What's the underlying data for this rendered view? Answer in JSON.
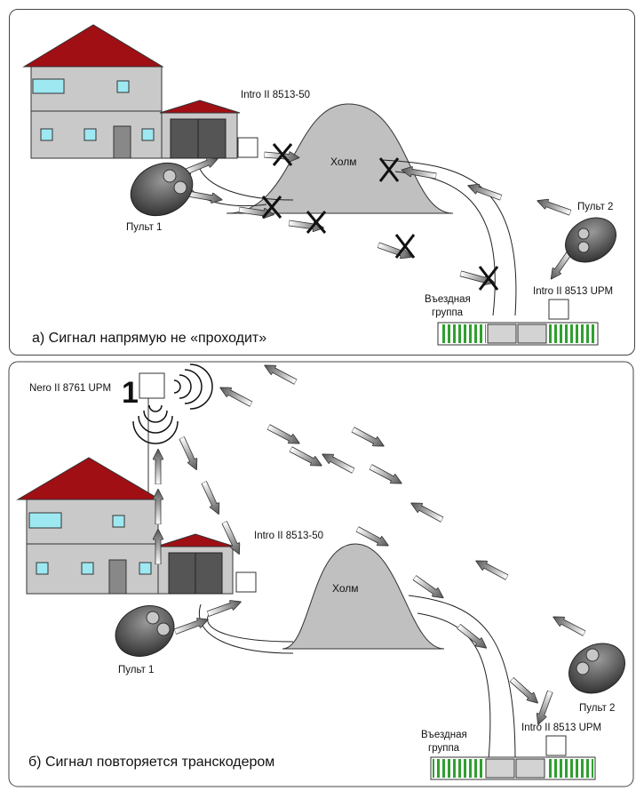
{
  "colors": {
    "roof": "#a00f14",
    "wall": "#c9c9c9",
    "window": "#9ee8f2",
    "hill": "#c0c0c0",
    "gate_green": "#2fa02f",
    "block": "#d3d3d3"
  },
  "panel_a": {
    "caption": "а) Сигнал напрямую не «проходит»",
    "receiver_label": "Intro II 8513-50",
    "hill_label": "Холм",
    "remote1_label": "Пульт 1",
    "remote2_label": "Пульт 2",
    "gate_receiver_label": "Intro II 8513 UPM",
    "gate_group_line1": "Въездная",
    "gate_group_line2": "группа"
  },
  "panel_b": {
    "caption": "б) Сигнал повторяется транскодером",
    "repeater_number": "1",
    "repeater_label": "Nero II 8761 UPM",
    "receiver_label": "Intro II 8513-50",
    "hill_label": "Холм",
    "remote1_label": "Пульт 1",
    "remote2_label": "Пульт 2",
    "gate_receiver_label": "Intro II 8513 UPM",
    "gate_group_line1": "Въездная",
    "gate_group_line2": "группа"
  },
  "icons": [
    "house-icon",
    "garage-icon",
    "remote-control-icon",
    "blocked-signal-x-icon",
    "signal-arrow-icon",
    "radio-waves-icon",
    "gate-icon"
  ]
}
